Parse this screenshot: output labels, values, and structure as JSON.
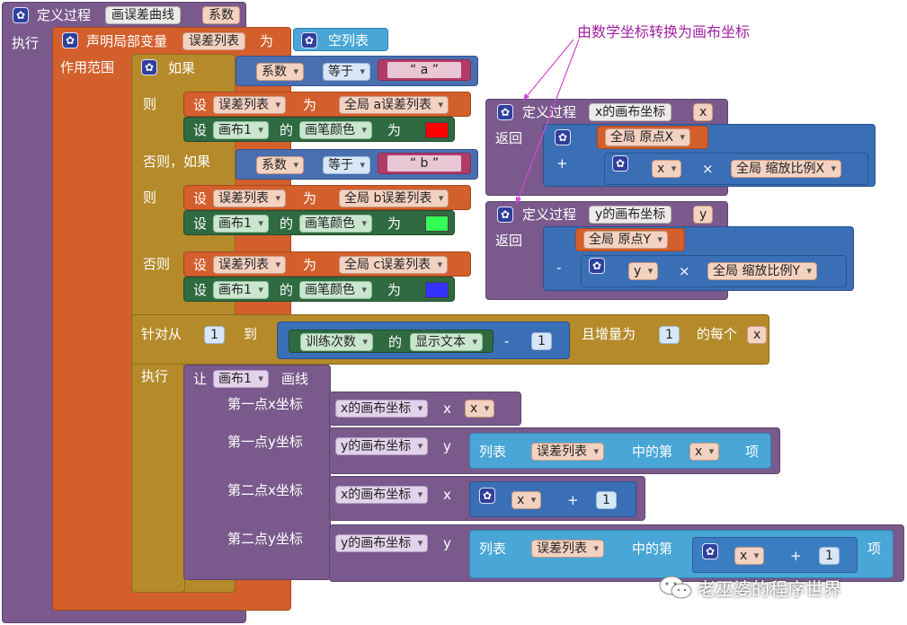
{
  "colors": {
    "procedure": "#7a5a8c",
    "local": "#d35f2c",
    "control": "#b58a2a",
    "logic": "#4a6fb0",
    "math": "#3a6fb6",
    "text": "#b23c68",
    "canvas": "#2f6a40",
    "list": "#49a6d6",
    "red": "#ff0000",
    "green": "#33ff55",
    "blue": "#3333ff",
    "annotation": "#a020a0"
  },
  "main_proc": {
    "keyword": "定义过程",
    "name": "画误差曲线",
    "param": "系数",
    "exec_label": "执行",
    "declare_label": "声明局部变量",
    "var_name": "误差列表",
    "to_label": "为",
    "empty_list": "空列表",
    "scope_label": "作用范围",
    "if_label": "如果",
    "then_label": "则",
    "elseif_label": "否则，如果",
    "else_label": "否则",
    "cond1": {
      "var": "系数",
      "op": "等于",
      "value": "a"
    },
    "then1": {
      "set_label": "设",
      "var": "误差列表",
      "to": "为",
      "global": "全局 a误差列表"
    },
    "color1": {
      "set_label": "设",
      "canvas": "画布1",
      "of": "的",
      "prop": "画笔颜色",
      "to": "为"
    },
    "cond2": {
      "var": "系数",
      "op": "等于",
      "value": "b"
    },
    "then2": {
      "set_label": "设",
      "var": "误差列表",
      "to": "为",
      "global": "全局 b误差列表"
    },
    "color2": {
      "set_label": "设",
      "canvas": "画布1",
      "of": "的",
      "prop": "画笔颜色",
      "to": "为"
    },
    "else3": {
      "set_label": "设",
      "var": "误差列表",
      "to": "为",
      "global": "全局 c误差列表"
    },
    "color3": {
      "set_label": "设",
      "canvas": "画布1",
      "of": "的",
      "prop": "画笔颜色",
      "to": "为"
    },
    "for_label": "针对从",
    "from": "1",
    "to_kw": "到",
    "train": "训练次数",
    "of_kw": "的",
    "display_text": "显示文本",
    "minus": "-",
    "minus_val": "1",
    "step_label": "且增量为",
    "step": "1",
    "each_label": "的每个",
    "each_var": "x",
    "exec2": "执行",
    "let_label": "让",
    "draw_canvas": "画布1",
    "draw_line": "画线",
    "p1x_label": "第一点x坐标",
    "p1y_label": "第一点y坐标",
    "p2x_label": "第二点x坐标",
    "p2y_label": "第二点y坐标",
    "xcall": "x的画布坐标",
    "ycall": "y的画布坐标",
    "arg_x": "x",
    "arg_y": "y",
    "list_label": "列表",
    "list_var": "误差列表",
    "middle": "中的第",
    "item": "项",
    "plus": "+",
    "one": "1"
  },
  "proc_x": {
    "keyword": "定义过程",
    "name": "x的画布坐标",
    "param": "x",
    "return_label": "返回",
    "global_origin": "全局 原点X",
    "op": "+",
    "var": "x",
    "times": "×",
    "global_scale": "全局 缩放比例X"
  },
  "proc_y": {
    "keyword": "定义过程",
    "name": "y的画布坐标",
    "param": "y",
    "return_label": "返回",
    "global_origin": "全局 原点Y",
    "op": "-",
    "var": "y",
    "times": "×",
    "global_scale": "全局 缩放比例Y"
  },
  "annotation": "由数学坐标转换为画布坐标",
  "watermark": "老巫婆的程序世界"
}
